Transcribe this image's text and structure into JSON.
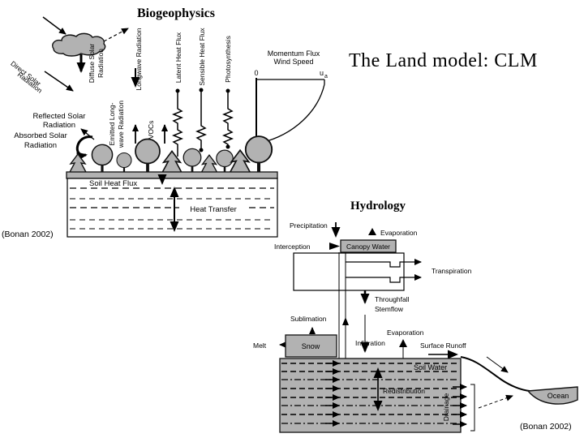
{
  "slide": {
    "title": "The Land model: CLM",
    "background": "#ffffff",
    "ink": "#000000",
    "figure_gray": "#b2b2b2"
  },
  "bio": {
    "title": "Biogeophysics",
    "credit": "(Bonan 2002)",
    "labels": {
      "direct_solar_1": "Direct Solar",
      "direct_solar_2": "Radiation",
      "diffuse_solar_1": "Diffuse Solar",
      "diffuse_solar_2": "Radiation",
      "longwave": "Longwave Radiation",
      "emitted_1": "Emitted Long-",
      "emitted_2": "wave Radiation",
      "vocs": "VOCs",
      "latent": "Latent Heat Flux",
      "sensible": "Sensible Heat Flux",
      "photosynthesis": "Photosynthesis",
      "momentum_1": "Momentum Flux",
      "momentum_2": "Wind Speed",
      "axis_zero": "0",
      "axis_u": "u",
      "axis_u_sub": "a",
      "reflected_1": "Reflected Solar",
      "reflected_2": "Radiation",
      "absorbed_1": "Absorbed Solar",
      "absorbed_2": "Radiation",
      "soil_heat_flux": "Soil Heat Flux",
      "heat_transfer": "Heat Transfer"
    }
  },
  "hydro": {
    "title": "Hydrology",
    "credit": "(Bonan 2002)",
    "labels": {
      "precipitation": "Precipitation",
      "evaporation_canopy": "Evaporation",
      "interception": "Interception",
      "canopy_water": "Canopy Water",
      "transpiration": "Transpiration",
      "throughfall": "Throughfall",
      "stemflow": "Stemflow",
      "sublimation": "Sublimation",
      "melt": "Melt",
      "snow": "Snow",
      "infiltration": "Infiltration",
      "evaporation_soil": "Evaporation",
      "surface_runoff": "Surface Runoff",
      "soil_water": "Soil Water",
      "redistribution": "Redistribution",
      "drainage": "Drainage",
      "ocean": "Ocean"
    }
  }
}
